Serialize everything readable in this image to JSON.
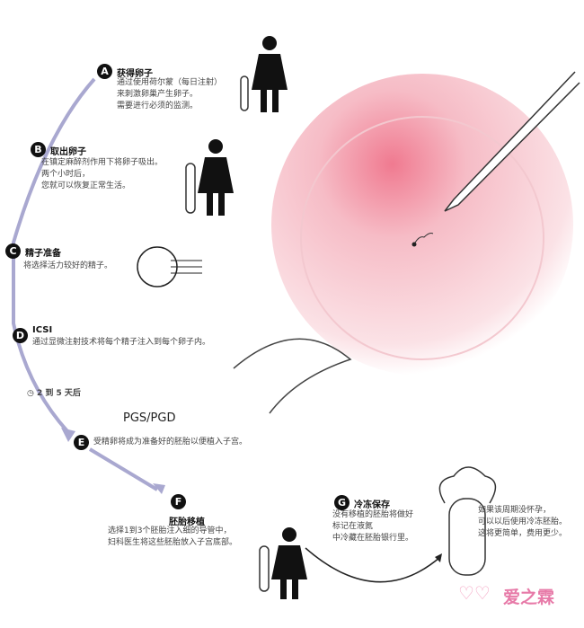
{
  "steps": {
    "a": {
      "badge": "A",
      "title": "获得卵子",
      "lines": [
        "通过使用荷尔蒙（每日注射）",
        "来刺激卵巢产生卵子。",
        "需要进行必须的监测。"
      ]
    },
    "b": {
      "badge": "B",
      "title": "取出卵子",
      "lines": [
        "在镇定麻醉剂作用下将卵子吸出。",
        "两个小时后，",
        "您就可以恢复正常生活。"
      ]
    },
    "c": {
      "badge": "C",
      "title": "精子准备",
      "lines": [
        "将选择活力较好的精子。"
      ]
    },
    "d": {
      "badge": "D",
      "title": "ICSI",
      "lines": [
        "通过显微注射技术将每个精子注入到每个卵子内。"
      ]
    },
    "e": {
      "badge": "E",
      "lines": [
        "受精卵将成为准备好的胚胎以便植入子宫。"
      ]
    },
    "f": {
      "badge": "F",
      "title": "胚胎移植",
      "lines": [
        "选择1到3个胚胎注入细的导管中，",
        "妇科医生将这些胚胎放入子宫底部。"
      ]
    },
    "g": {
      "badge": "G",
      "title": "冷冻保存",
      "lines": [
        "没有移植的胚胎将做好",
        "标记在液氮",
        "中冷藏在胚胎银行里。"
      ],
      "note": [
        "如果该周期没怀孕，",
        "可以以后使用冷冻胚胎。",
        "这将更简单，费用更少。"
      ]
    }
  },
  "timing": "2 到 5 天后",
  "pgs": "PGS/PGD",
  "watermark": "爱之霖",
  "colors": {
    "arrow": "#a9a8d0",
    "egg": "#f4b6c0",
    "watermark": "#e77aa8"
  }
}
